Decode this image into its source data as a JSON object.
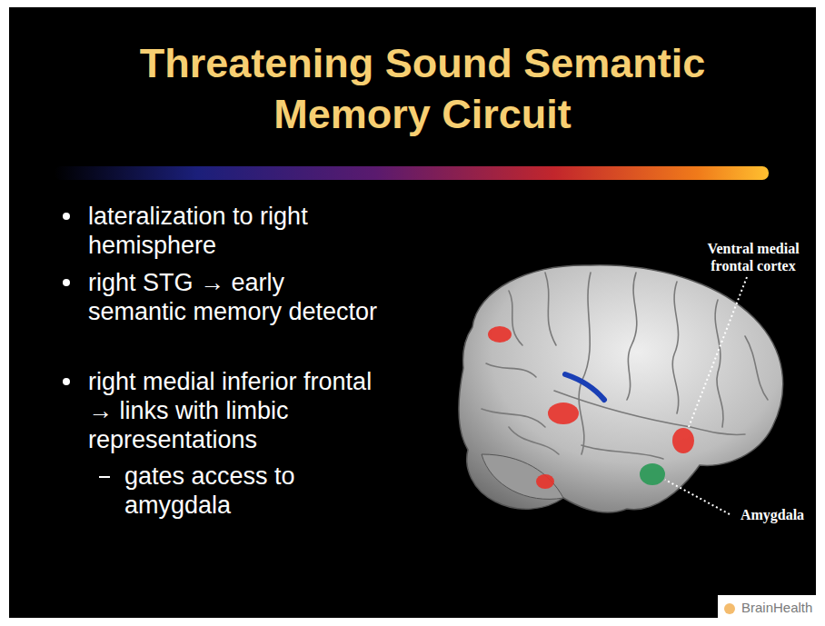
{
  "diagram": {
    "title": "Threatening Sound Semantic Memory Circuit",
    "labels": [
      "lateralization to right hemisphere",
      "right STG → early semantic memory detector",
      "right medial inferior frontal → links with limbic representations",
      "gates access to amygdala",
      "Ventral medial frontal cortex",
      "Amygdala",
      "BrainHealth"
    ]
  }
}
